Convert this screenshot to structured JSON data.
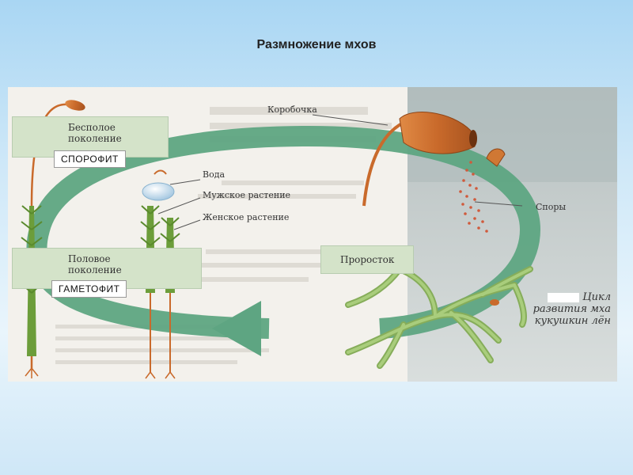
{
  "slide": {
    "title": "Размножение мхов"
  },
  "diagram": {
    "asexual_generation": "Бесполое поколение",
    "sporophyte": "СПОРОФИТ",
    "sexual_generation": "Половое поколение",
    "gametophyte": "ГАМЕТОФИТ",
    "capsule": "Коробочка",
    "water": "Вода",
    "male_plant": "Мужское растение",
    "female_plant": "Женское растение",
    "spores": "Споры",
    "protonema": "Проросток",
    "caption_line1": "Цикл",
    "caption_line2": "развития мха",
    "caption_line3": "кукушкин лён"
  },
  "colors": {
    "cycle_arrow": "#5ea582",
    "label_box": "#d4e3c9",
    "capsule": "#c96a2b",
    "moss_green": "#6c9d3a",
    "protonema": "#a9cd7c"
  }
}
